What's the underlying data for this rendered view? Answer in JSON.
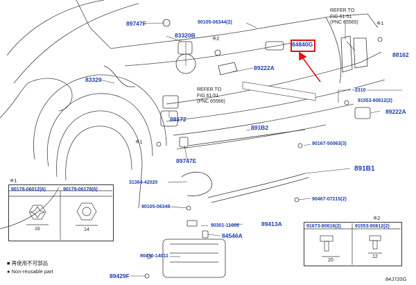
{
  "callouts": {
    "c89747F": "89747F",
    "c83320B": "83320B",
    "c90105_06344": "90105-06344",
    "c90105_06344_qty": "(2)",
    "c84840G": "84840G",
    "c88162": "88162",
    "c89222A_top": "89222A",
    "c83320": "83320",
    "c88172": "88172",
    "c91553_80612_r": "91553-80612",
    "c91553_80612_r_qty": "(2)",
    "c89222A_r": "89222A",
    "c891B2": "891B2",
    "c90167_50063": "90167-50063",
    "c90167_50063_qty": "(3)",
    "c89747E": "89747E",
    "c891B1": "891B1",
    "c31364_42020": "31364-42020",
    "c90467_07215": "90467-07215",
    "c90467_07215_qty": "(2)",
    "c90105_06348": "90105-06348",
    "c90301_11008": "90301-11008",
    "c89413A": "89413A",
    "c84546A": "84546A",
    "c90430_14011": "90430-14011",
    "c89429F": "89429F",
    "c2310": "2310"
  },
  "refer_notes": {
    "top_right": {
      "line1": "REFER TO",
      "line2": "FIG 61-51",
      "line3": "(PNC 65565)"
    },
    "middle": {
      "line1": "REFER TO",
      "line2": "FIG 61-51",
      "line3": "(PNC 65566)"
    }
  },
  "marks": {
    "m_top_right": "※1",
    "m_mid": "※2",
    "m_left": "※1",
    "m_table_left": "※1",
    "m_table_right": "※2"
  },
  "table_left": {
    "col1": {
      "part": "90178-06012",
      "qty": "(6)",
      "dim": "16"
    },
    "col2": {
      "part": "90179-06178",
      "qty": "(6)",
      "dim": "14"
    }
  },
  "table_right": {
    "col1": {
      "part": "91673-80616",
      "qty": "(2)",
      "dim": "20"
    },
    "col2": {
      "part": "91553-80612",
      "qty": "(2)",
      "dim": "12"
    }
  },
  "legend": {
    "symbol_row1": "■",
    "text_row1": "再使用不可部品",
    "symbol_row2": "●",
    "text_row2": "Non-reusable part"
  },
  "figure_code": "84J720G",
  "colors": {
    "callout_blue": "#1a3fb0",
    "highlight_red": "#e01010",
    "line_gray": "#333333"
  }
}
